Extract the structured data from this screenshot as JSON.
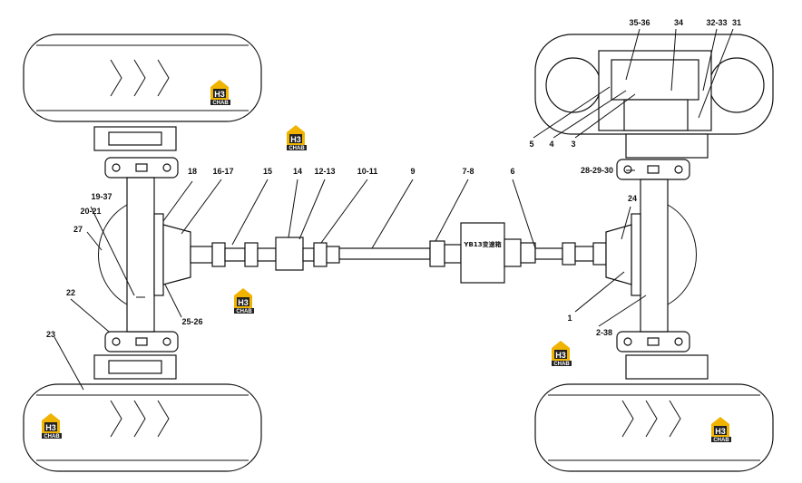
{
  "gearbox_label": "YB13变速箱",
  "logo": {
    "mark": "H3",
    "text": "CHAB",
    "color": "#f0b400"
  },
  "part_labels": {
    "p35_36": "35-36",
    "p34": "34",
    "p32_33": "32-33",
    "p31": "31",
    "p5": "5",
    "p4": "4",
    "p3": "3",
    "p28_29_30": "28-29-30",
    "p18": "18",
    "p16_17": "16-17",
    "p15": "15",
    "p14": "14",
    "p12_13": "12-13",
    "p10_11": "10-11",
    "p9": "9",
    "p7_8": "7-8",
    "p6": "6",
    "p19_37": "19-37",
    "p20_21": "20-21",
    "p27": "27",
    "p24": "24",
    "p22": "22",
    "p25_26": "25-26",
    "p1": "1",
    "p2_38": "2-38",
    "p23": "23"
  }
}
